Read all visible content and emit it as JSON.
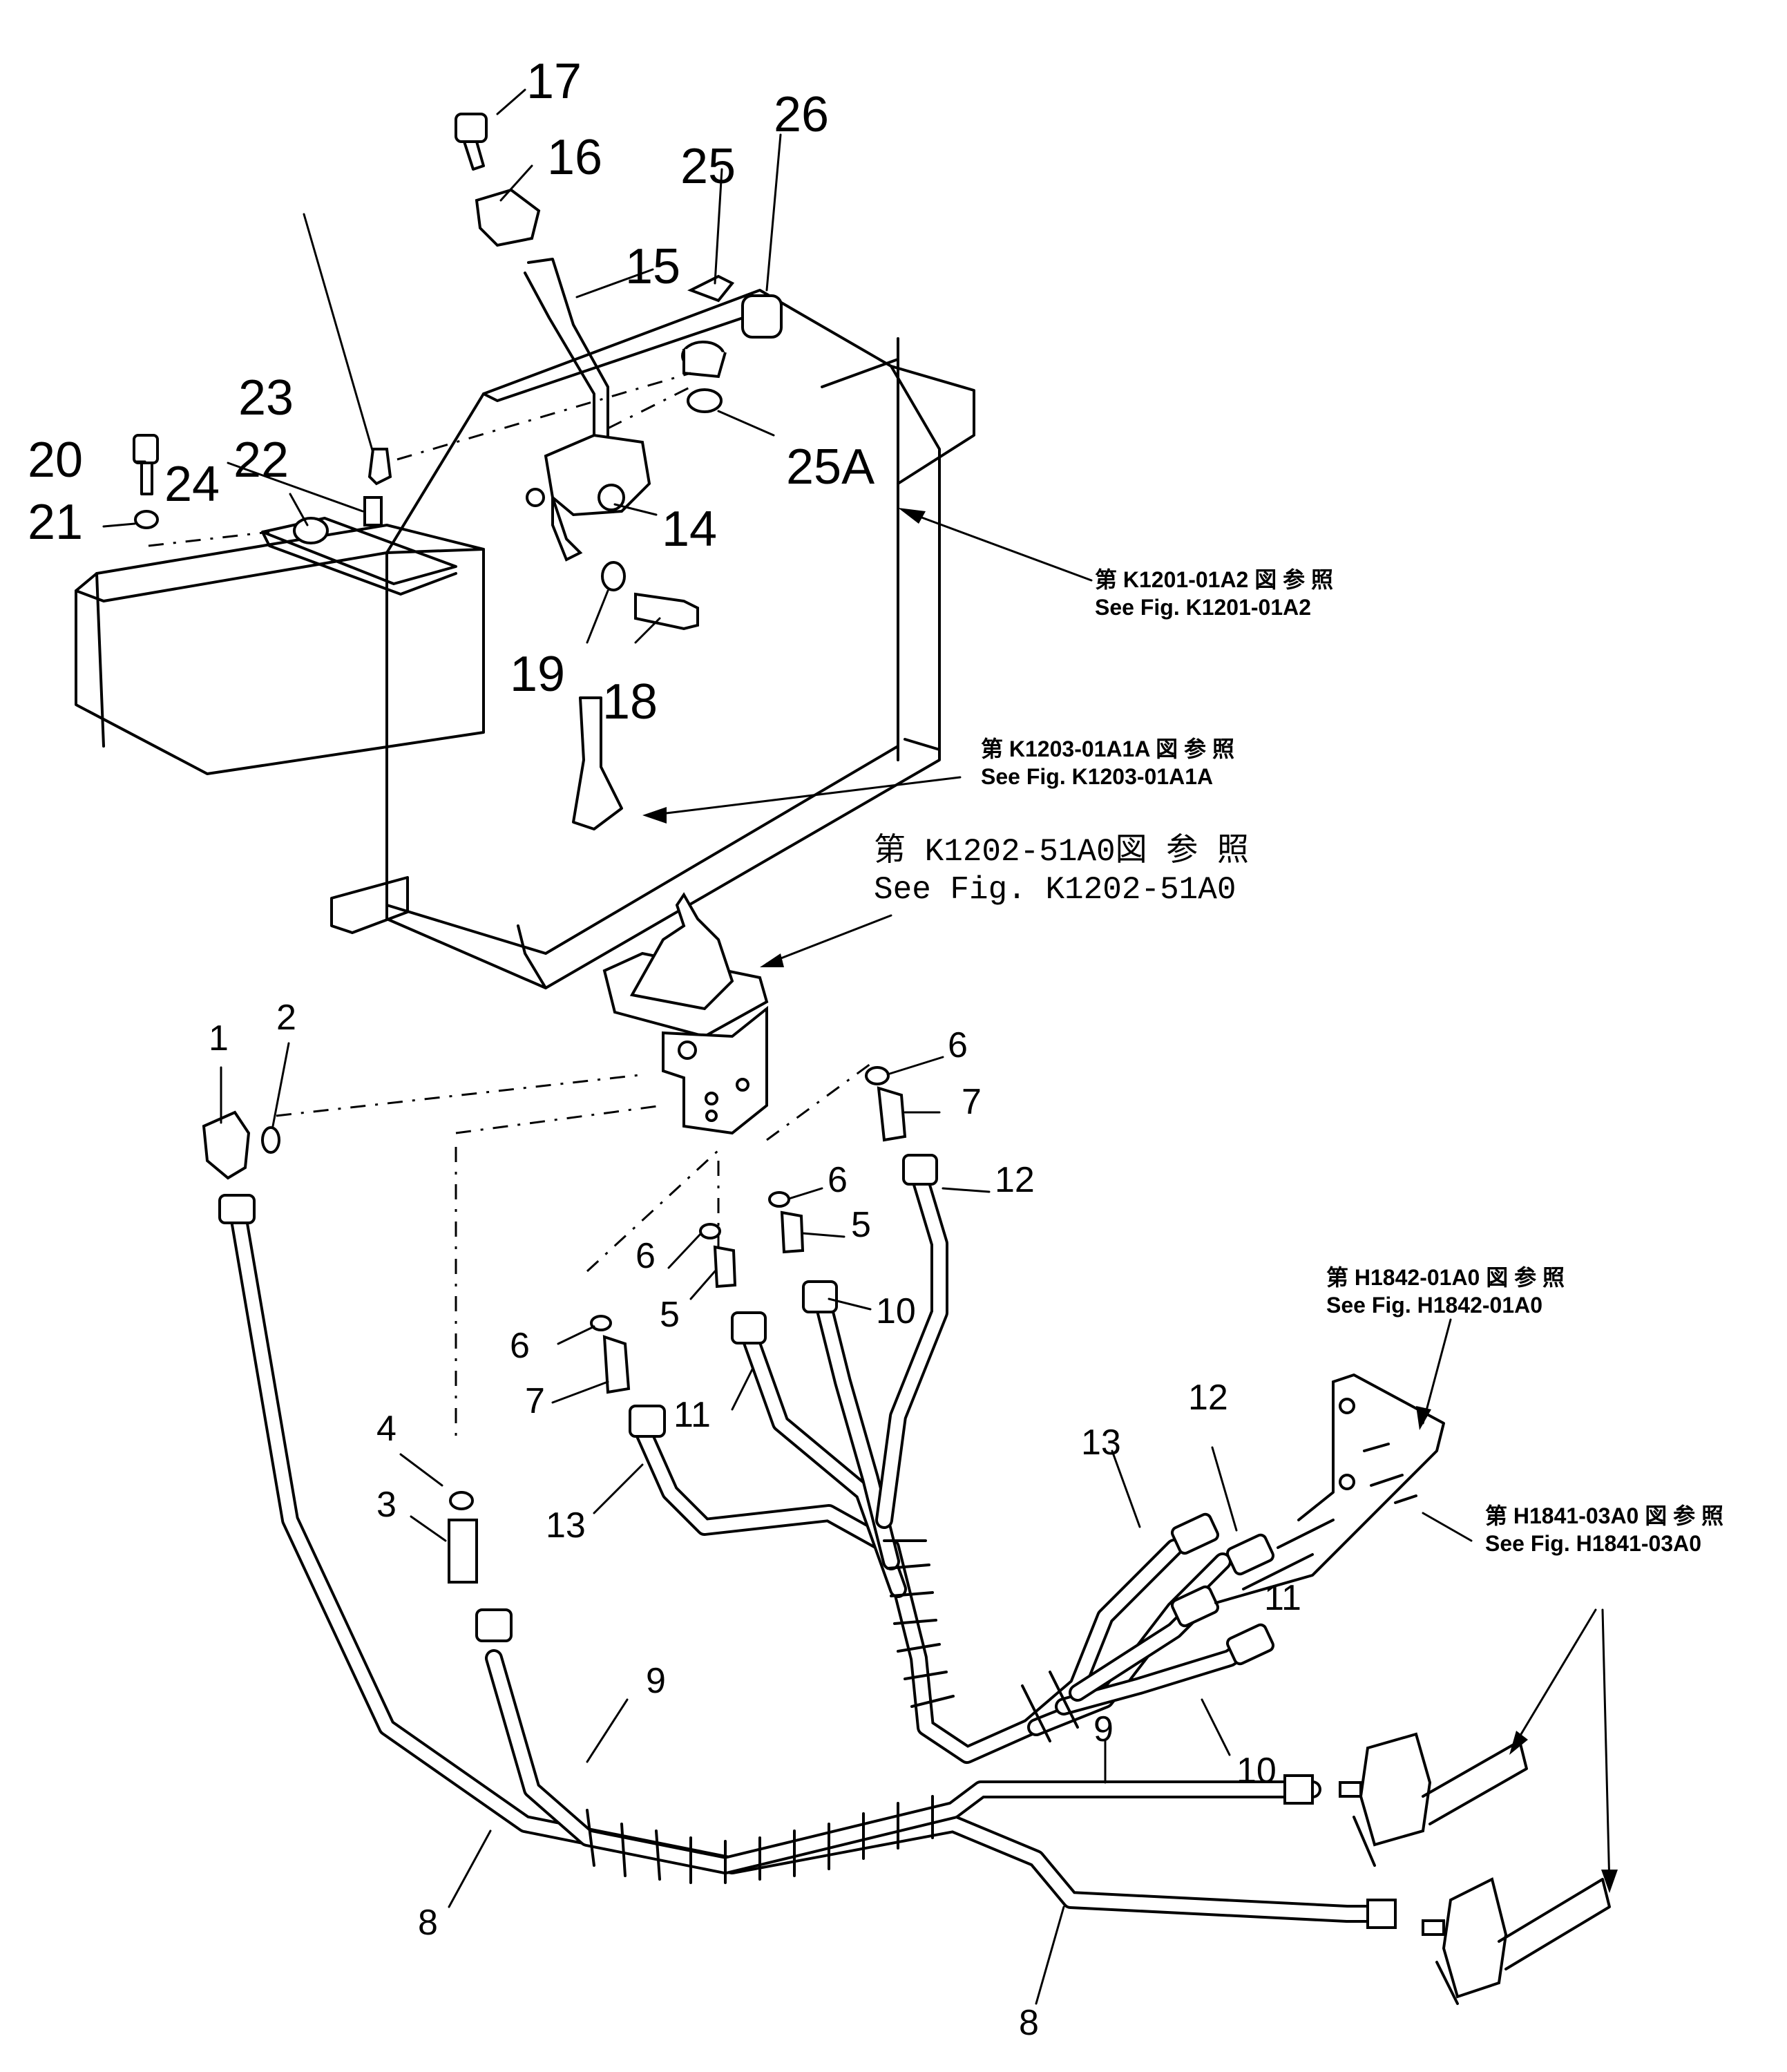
{
  "diagram": {
    "callouts": {
      "c1": "1",
      "c2": "2",
      "c3": "3",
      "c4": "4",
      "c5a": "5",
      "c5b": "5",
      "c6a": "6",
      "c6b": "6",
      "c6c": "6",
      "c6d": "6",
      "c7a": "7",
      "c7b": "7",
      "c8a": "8",
      "c8b": "8",
      "c9a": "9",
      "c9b": "9",
      "c10a": "10",
      "c10b": "10",
      "c11a": "11",
      "c11b": "11",
      "c12a": "12",
      "c12b": "12",
      "c13a": "13",
      "c13b": "13",
      "c14": "14",
      "c15": "15",
      "c16": "16",
      "c17": "17",
      "c18": "18",
      "c19": "19",
      "c20": "20",
      "c21": "21",
      "c22": "22",
      "c23": "23",
      "c24": "24",
      "c25": "25",
      "c25a": "25A",
      "c26": "26"
    },
    "references": {
      "r1_jp": "第 K1201-01A2 図 参 照",
      "r1_en": "See Fig. K1201-01A2",
      "r2_jp": "第 K1203-01A1A 図 参 照",
      "r2_en": "See Fig. K1203-01A1A",
      "r3_jp": "第 K1202-51A0図 参 照",
      "r3_en": "See Fig. K1202-51A0",
      "r4_jp": "第 H1842-01A0 図 参 照",
      "r4_en": "See Fig. H1842-01A0",
      "r5_jp": "第 H1841-03A0 図 参 照",
      "r5_en": "See Fig. H1841-03A0"
    }
  }
}
